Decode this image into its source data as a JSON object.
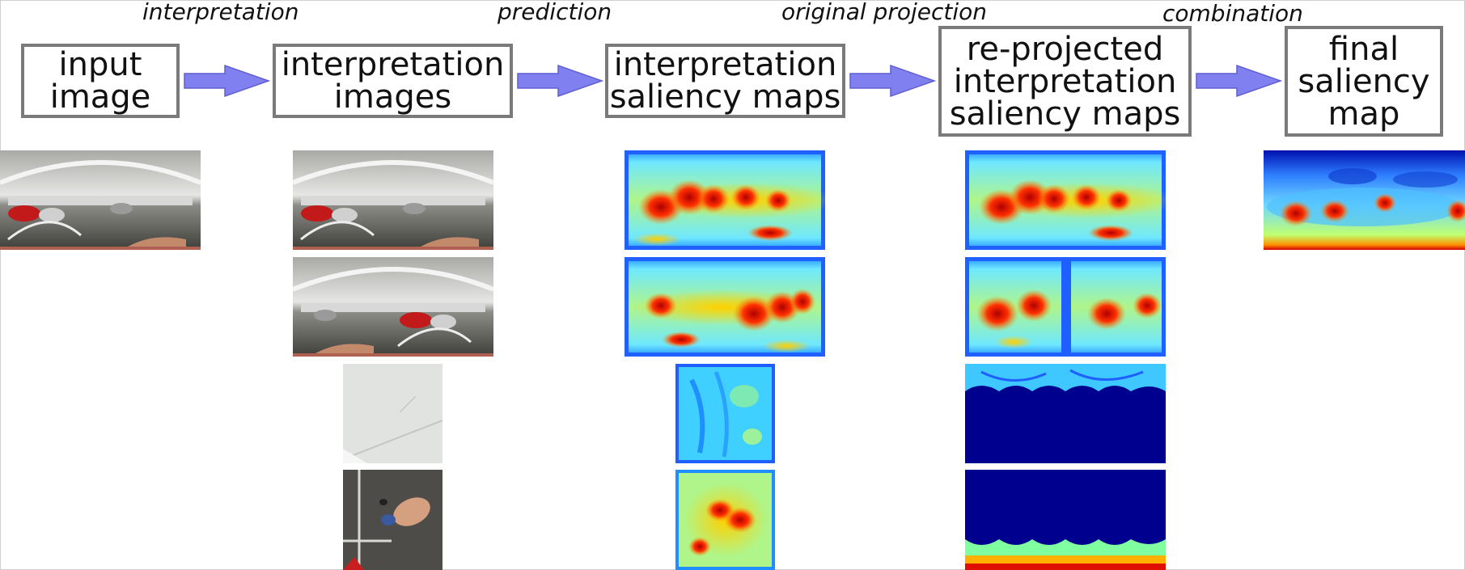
{
  "step_labels": {
    "interpretation": "interpretation",
    "prediction": "prediction",
    "original_projection": "original projection",
    "combination": "combination"
  },
  "boxes": {
    "input_image": "input\nimage",
    "interpretation_images": "interpretation\nimages",
    "interpretation_saliency_maps": "interpretation\nsaliency maps",
    "reprojected_maps": "re-projected\ninterpretation\nsaliency maps",
    "final_map": "final\nsaliency\nmap"
  },
  "colors": {
    "arrow_fill": "#8080f0",
    "arrow_stroke": "#5f5fcf",
    "box_border": "#7a7a7a",
    "jet_background": "#00008f",
    "jet_low": "#2fb0ff",
    "jet_mid": "#7fffa0",
    "jet_high": "#ffd700",
    "jet_peak": "#d40000"
  }
}
